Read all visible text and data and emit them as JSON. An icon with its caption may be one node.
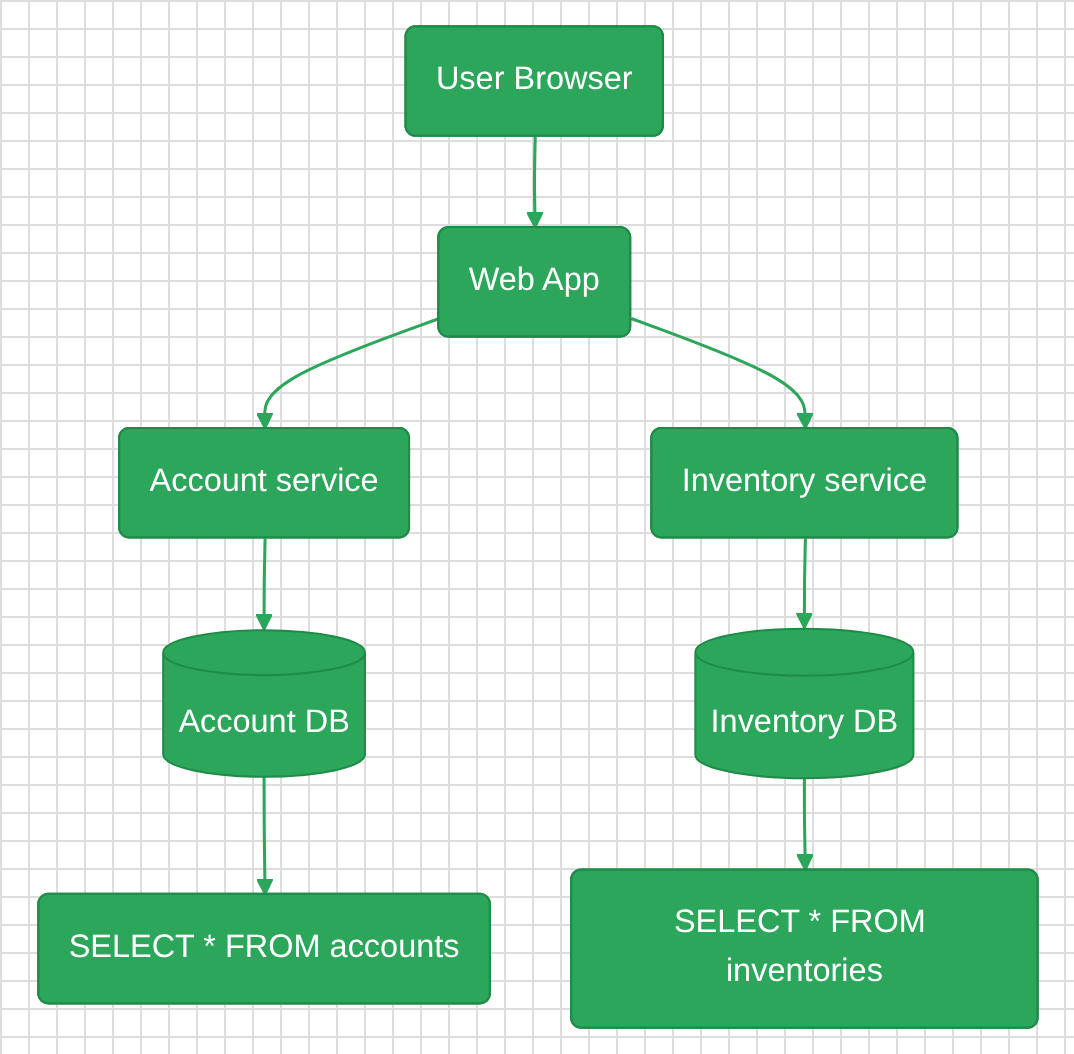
{
  "diagram": {
    "nodes": [
      {
        "text": [
          "User Browser"
        ]
      },
      {
        "text": [
          "Web App"
        ]
      },
      {
        "text": [
          "Account service"
        ]
      },
      {
        "text": [
          "Inventory service"
        ]
      },
      {
        "text": [
          "Account DB"
        ]
      },
      {
        "text": [
          "Inventory DB"
        ]
      },
      {
        "text": [
          "SELECT * FROM accounts"
        ]
      },
      {
        "text": [
          "SELECT * FROM inventories"
        ]
      }
    ],
    "edges": [
      {
        "from": 0,
        "to": 1,
        "arrow": "to"
      },
      {
        "from": 1,
        "to": 2,
        "arrow": "to"
      },
      {
        "from": 1,
        "to": 3,
        "arrow": "to"
      },
      {
        "from": 2,
        "to": 4,
        "arrow": "to"
      },
      {
        "from": 3,
        "to": 5,
        "arrow": "to"
      },
      {
        "from": 4,
        "to": 6,
        "arrow": "to"
      },
      {
        "from": 5,
        "to": 7,
        "arrow": "to"
      }
    ]
  }
}
